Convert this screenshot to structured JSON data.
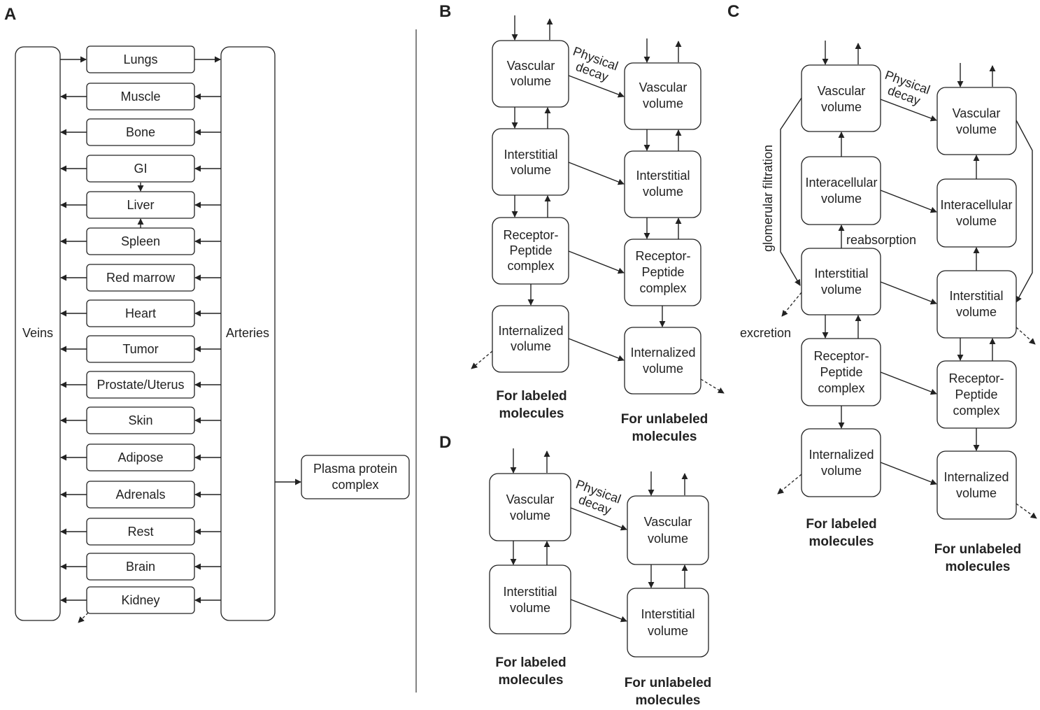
{
  "panels": {
    "a": "A",
    "b": "B",
    "c": "C",
    "d": "D"
  },
  "panel_a": {
    "veins": "Veins",
    "arteries": "Arteries",
    "organs": [
      "Lungs",
      "Muscle",
      "Bone",
      "GI",
      "Liver",
      "Spleen",
      "Red marrow",
      "Heart",
      "Tumor",
      "Prostate/Uterus",
      "Skin",
      "Adipose",
      "Adrenals",
      "Rest",
      "Brain",
      "Kidney"
    ],
    "plasma": [
      "Plasma protein",
      "complex"
    ]
  },
  "panel_b": {
    "labeled": {
      "vascular": [
        "Vascular",
        "volume"
      ],
      "interstitial": [
        "Interstitial",
        "volume"
      ],
      "receptor": [
        "Receptor-",
        "Peptide",
        "complex"
      ],
      "internalized": [
        "Internalized",
        "volume"
      ]
    },
    "unlabeled": {
      "vascular": [
        "Vascular",
        "volume"
      ],
      "interstitial": [
        "Interstitial",
        "volume"
      ],
      "receptor": [
        "Receptor-",
        "Peptide",
        "complex"
      ],
      "internalized": [
        "Internalized",
        "volume"
      ]
    },
    "decay": [
      "Physical",
      "decay"
    ],
    "caption_labeled": [
      "For labeled",
      "molecules"
    ],
    "caption_unlabeled": [
      "For unlabeled",
      "molecules"
    ]
  },
  "panel_c": {
    "labeled": {
      "vascular": [
        "Vascular",
        "volume"
      ],
      "intracellular": [
        "Interacellular",
        "volume"
      ],
      "interstitial": [
        "Interstitial",
        "volume"
      ],
      "receptor": [
        "Receptor-",
        "Peptide",
        "complex"
      ],
      "internalized": [
        "Internalized",
        "volume"
      ]
    },
    "unlabeled": {
      "vascular": [
        "Vascular",
        "volume"
      ],
      "intracellular": [
        "Interacellular",
        "volume"
      ],
      "interstitial": [
        "Interstitial",
        "volume"
      ],
      "receptor": [
        "Receptor-",
        "Peptide",
        "complex"
      ],
      "internalized": [
        "Internalized",
        "volume"
      ]
    },
    "decay": [
      "Physical",
      "decay"
    ],
    "glomerular": "glomerular filtration",
    "reabsorption": "reabsorption",
    "excretion": "excretion",
    "caption_labeled": [
      "For labeled",
      "molecules"
    ],
    "caption_unlabeled": [
      "For unlabeled",
      "molecules"
    ]
  },
  "panel_d": {
    "labeled": {
      "vascular": [
        "Vascular",
        "volume"
      ],
      "interstitial": [
        "Interstitial",
        "volume"
      ]
    },
    "unlabeled": {
      "vascular": [
        "Vascular",
        "volume"
      ],
      "interstitial": [
        "Interstitial",
        "volume"
      ]
    },
    "decay": [
      "Physical",
      "decay"
    ],
    "caption_labeled": [
      "For labeled",
      "molecules"
    ],
    "caption_unlabeled": [
      "For unlabeled",
      "molecules"
    ]
  }
}
